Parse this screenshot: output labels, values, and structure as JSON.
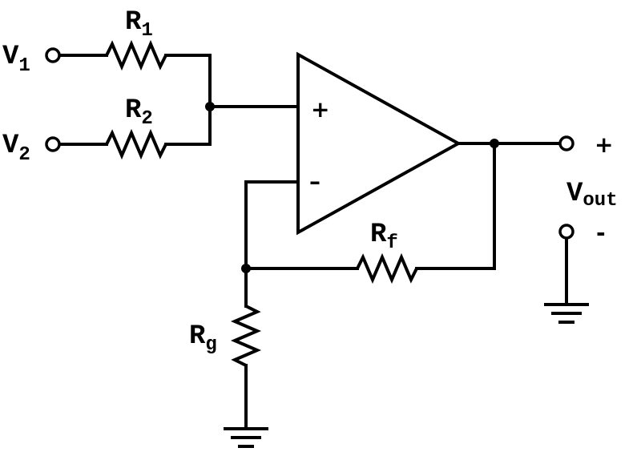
{
  "inputs": [
    {
      "symbol": "V",
      "sub": "1"
    },
    {
      "symbol": "V",
      "sub": "2"
    }
  ],
  "resistors": {
    "r1": {
      "symbol": "R",
      "sub": "1"
    },
    "r2": {
      "symbol": "R",
      "sub": "2"
    },
    "rf": {
      "symbol": "R",
      "sub": "f"
    },
    "rg": {
      "symbol": "R",
      "sub": "g"
    }
  },
  "opamp": {
    "plus": "+",
    "minus": "–"
  },
  "output": {
    "symbol": "V",
    "sub": "out",
    "plus": "+",
    "minus": "-"
  }
}
